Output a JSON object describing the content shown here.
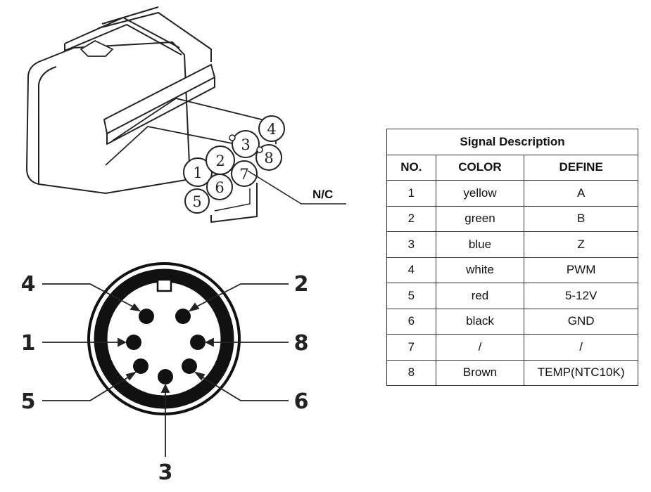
{
  "connector": {
    "pin_labels": [
      "1",
      "2",
      "3",
      "4",
      "5",
      "6",
      "7",
      "8"
    ],
    "nc_label": "N/C"
  },
  "front_view": {
    "callouts": {
      "p1": "1",
      "p2": "2",
      "p3": "3",
      "p4": "4",
      "p5": "5",
      "p6": "6",
      "p8": "8"
    }
  },
  "table": {
    "title": "Signal Description",
    "headers": [
      "NO.",
      "COLOR",
      "DEFINE"
    ],
    "rows": [
      [
        "1",
        "yellow",
        "A"
      ],
      [
        "2",
        "green",
        "B"
      ],
      [
        "3",
        "blue",
        "Z"
      ],
      [
        "4",
        "white",
        "PWM"
      ],
      [
        "5",
        "red",
        "5-12V"
      ],
      [
        "6",
        "black",
        "GND"
      ],
      [
        "7",
        "/",
        "/"
      ],
      [
        "8",
        "Brown",
        "TEMP(NTC10K)"
      ]
    ]
  }
}
